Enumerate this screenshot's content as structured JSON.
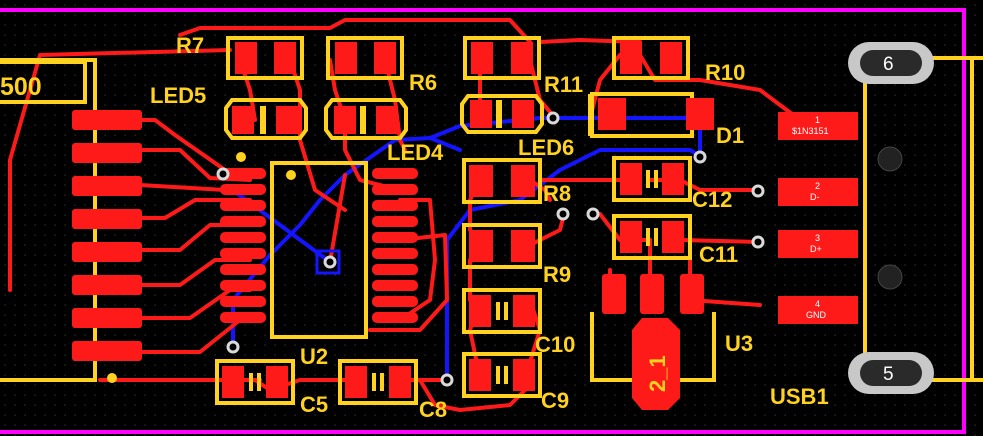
{
  "colors": {
    "background": "#000000",
    "grid_dot": "#3a3a3a",
    "top_copper": "#ff1a1a",
    "bottom_copper": "#1414ff",
    "silkscreen": "#ffd21f",
    "board_outline": "#ff00ff",
    "via": "#d9d9d9",
    "pad_text": "#ffffff"
  },
  "designators": {
    "r7": "R7",
    "r6": "R6",
    "r11": "R11",
    "r10": "R10",
    "led5": "LED5",
    "led4": "LED4",
    "led6": "LED6",
    "d1": "D1",
    "r8": "R8",
    "r9": "R9",
    "c12": "C12",
    "c11": "C11",
    "c10": "C10",
    "c9": "C9",
    "c5": "C5",
    "c8": "C8",
    "u2": "U2",
    "u3": "U3",
    "usb1": "USB1"
  },
  "connector_label": "500",
  "regulator_pad_label": "2_1",
  "usb_pads": [
    {
      "number": "1",
      "net": "$1N3151"
    },
    {
      "number": "2",
      "net": "D-"
    },
    {
      "number": "3",
      "net": "D+"
    },
    {
      "number": "4",
      "net": "GND"
    }
  ],
  "shield_slots": {
    "upper": "6",
    "lower": "5"
  }
}
